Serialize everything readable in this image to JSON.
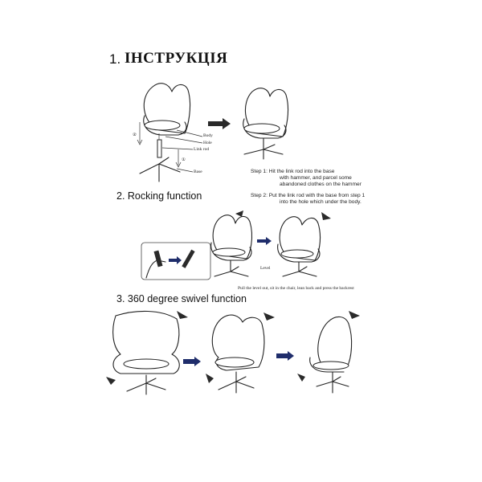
{
  "header": {
    "number": "1.",
    "title": "ІНСТРУКЦІЯ"
  },
  "section1": {
    "labels": {
      "body": "Body",
      "hole": "Hole",
      "link_rod": "Link rod",
      "base": "Base",
      "marker1": "①",
      "marker2": "②"
    },
    "step1_lines": [
      "Step 1: Hit the link rod into the base",
      "with hammer, and parcel some",
      "abandoned clothes on the hammer"
    ],
    "step2_lines": [
      "Step 2: Put the link rod with the base from step 1",
      "into the hole which under the body."
    ]
  },
  "section2": {
    "title": "2. Rocking function",
    "label_level": "Level",
    "caption": "Pull the level out, sit in the chair, lean back and press the backrest"
  },
  "section3": {
    "title": "3. 360 degree swivel function"
  }
}
